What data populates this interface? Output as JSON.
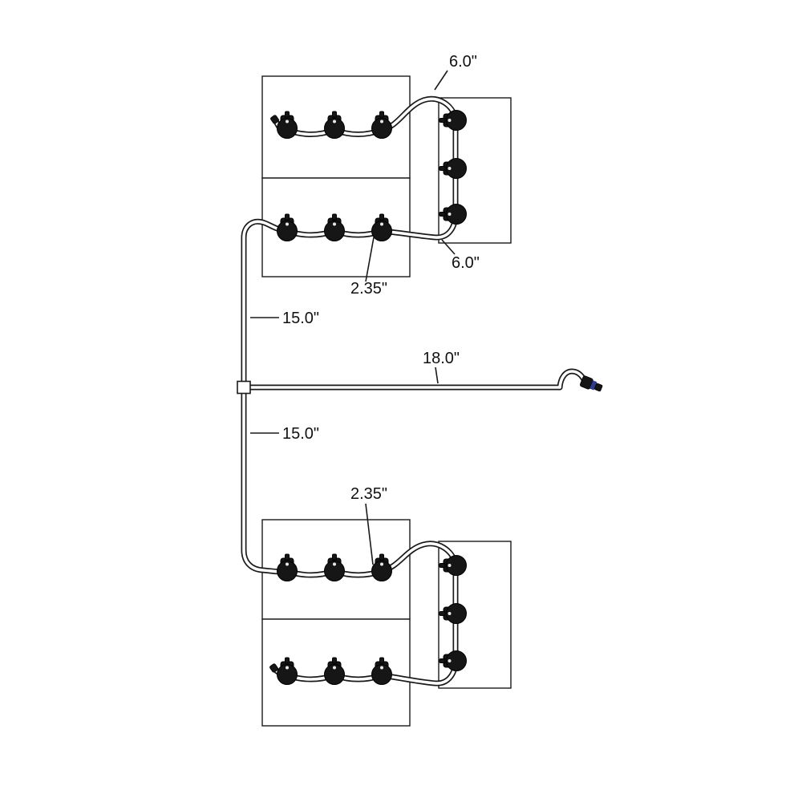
{
  "diagram": {
    "labels": {
      "top_curve_length": "6.0\"",
      "right_return_length": "6.0\"",
      "upper_emitter_spacing": "2.35\"",
      "upper_riser_length": "15.0\"",
      "main_supply_length": "18.0\"",
      "lower_riser_length": "15.0\"",
      "lower_emitter_spacing": "2.35\""
    },
    "colors": {
      "line": "#1a1a1a",
      "tube_fill": "#ffffff",
      "emitter_body": "#161616",
      "connector_accent": "#2e3b8e",
      "background": "#ffffff"
    }
  }
}
